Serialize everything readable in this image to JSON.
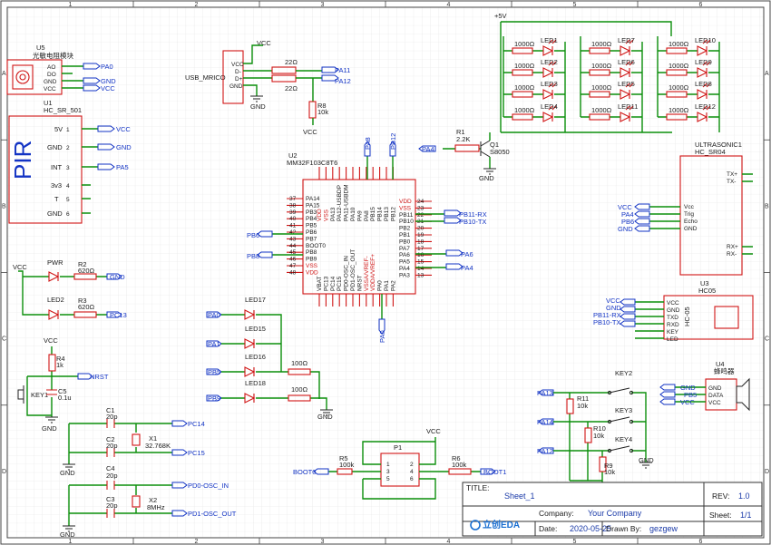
{
  "grid": {
    "cols": [
      "1",
      "2",
      "3",
      "4",
      "5",
      "6"
    ],
    "rows": [
      "A",
      "B",
      "C",
      "D"
    ]
  },
  "title_block": {
    "title_label": "TITLE:",
    "title": "Sheet_1",
    "rev_label": "REV:",
    "rev": "1.0",
    "company_label": "Company:",
    "company": "Your Company",
    "sheet_label": "Sheet:",
    "sheet": "1/1",
    "date_label": "Date:",
    "date": "2020-05-25",
    "drawn_label": "Drawn By:",
    "drawn_by": "gezgew",
    "logo": "立创EDA"
  },
  "power": {
    "p5v": "+5V",
    "vcc": "VCC",
    "gnd": "GND"
  },
  "u5": {
    "ref": "U5",
    "name": "光敏电阻模块",
    "pins": [
      "AO",
      "DO",
      "GND",
      "VCC"
    ],
    "nets": [
      "PA0",
      "",
      "GND",
      "VCC"
    ]
  },
  "u1": {
    "ref": "U1",
    "name": "HC_SR_501",
    "pir": "PIR",
    "pins": [
      "5V",
      "GND",
      "INT",
      "3v3",
      "T",
      "GND"
    ],
    "nums": [
      "1",
      "2",
      "3",
      "4",
      "5",
      "6"
    ],
    "nets": [
      "VCC",
      "GND",
      "PA5"
    ]
  },
  "usb": {
    "name": "USB_MRICO",
    "pins": [
      "VCC",
      "D-",
      "D+",
      "GND"
    ],
    "r_top": "22Ω",
    "r_bot": "22Ω",
    "r8": "R8",
    "r8v": "10k",
    "nets": [
      "PA11",
      "PA12"
    ]
  },
  "leds": {
    "r_value": "1000Ω",
    "labels": [
      "LED1",
      "LED2",
      "LED3",
      "LED4",
      "LED7",
      "LED6",
      "LED5",
      "LED11",
      "LED10",
      "LED9",
      "LED8",
      "LED12"
    ],
    "r1": "R1",
    "r1v": "2.2K",
    "q1": "Q1",
    "q1v": "S8050",
    "net": "PA4"
  },
  "mcu": {
    "ref": "U2",
    "name": "MM32F103C8T6",
    "left_pins": [
      "PA14",
      "PA15",
      "PB3",
      "PB4",
      "PB5",
      "PB6",
      "PB7",
      "BOOT0",
      "PB8",
      "PB9",
      "VSS",
      "VDD"
    ],
    "left_nums": [
      "37",
      "38",
      "39",
      "40",
      "41",
      "42",
      "43",
      "44",
      "45",
      "46",
      "47",
      "48"
    ],
    "right_pins": [
      "VDD",
      "VSS",
      "PB11",
      "PB10",
      "PB2",
      "PB1",
      "PB0",
      "PA7",
      "PA6",
      "PA5",
      "PA4",
      "PA3"
    ],
    "right_nums": [
      "24",
      "23",
      "22",
      "21",
      "20",
      "19",
      "18",
      "17",
      "16",
      "15",
      "14",
      "13"
    ],
    "top_pins": [
      "VDD",
      "VSS",
      "PA13",
      "PA12-USBDP",
      "PA11-USBDM",
      "PA10",
      "PA9",
      "PA8",
      "PB15",
      "PB14",
      "PB13",
      "PB12"
    ],
    "bottom_pins": [
      "VBAT",
      "PC13",
      "PC14",
      "PC15",
      "PD0-OSC_IN",
      "PD1-OSC_OUT",
      "NRST",
      "VSSA/VREF-",
      "VDDA/VREF+",
      "PA0",
      "PA1",
      "PA2"
    ],
    "nets_right": [
      "PB11-RX",
      "PB10-TX",
      "PA6",
      "PA4"
    ],
    "nets_left": [
      "PB6",
      "PB8"
    ],
    "nets_top": [
      "PA8",
      "PB12"
    ],
    "net_bottom": "PA0"
  },
  "ultrasonic": {
    "ref": "ULTRASONIC1",
    "name": "HC_SR04",
    "pins": [
      "Vcc",
      "Trig",
      "Echo",
      "GND"
    ],
    "nets": [
      "VCC",
      "PA4",
      "PB6",
      "GND"
    ],
    "tx": [
      "TX+",
      "TX-"
    ],
    "rx": [
      "RX+",
      "RX-"
    ]
  },
  "hc05": {
    "ref": "U3",
    "name": "HC05",
    "pins": [
      "VCC",
      "GND",
      "TXD",
      "RXD",
      "KEY",
      "LED"
    ],
    "nets": [
      "VCC",
      "GND",
      "PB11-RX",
      "PB10-TX"
    ],
    "module": "HC-05"
  },
  "pwr_led": {
    "led": "PWR",
    "led2": "LED2",
    "r2": "R2",
    "r2v": "620Ω",
    "r3": "R3",
    "r3v": "620Ω",
    "nets": [
      "GND",
      "PC13"
    ]
  },
  "reset": {
    "r4": "R4",
    "r4v": "1k",
    "c5": "C5",
    "c5v": "0.1u",
    "key": "KEY1",
    "net": "NRST"
  },
  "crystals": {
    "c1": "C1",
    "c1v": "20p",
    "c2": "C2",
    "c2v": "20p",
    "x1": "X1",
    "x1v": "32.768K",
    "c4": "C4",
    "c4v": "20p",
    "c3": "C3",
    "c3v": "20p",
    "x2": "X2",
    "x2v": "8MHz",
    "nets": [
      "PC14",
      "PC15",
      "PD0-OSC_IN",
      "PD1-OSC_OUT"
    ]
  },
  "mid_leds": {
    "nets": [
      "PA0",
      "PA1",
      "PB5",
      "PB9"
    ],
    "labels": [
      "LED17",
      "LED15",
      "LED16",
      "LED18"
    ],
    "r": "100Ω"
  },
  "keys": {
    "labels": [
      "KEY2",
      "KEY3",
      "KEY4"
    ],
    "r11": "R11",
    "r10": "R10",
    "r9": "R9",
    "rv": "10k",
    "nets": [
      "PA13",
      "PA14",
      "PA12"
    ]
  },
  "buzzer": {
    "ref": "U4",
    "name": "蜂鸣器",
    "pins": [
      "GND",
      "DATA",
      "VCC"
    ],
    "nets": [
      "GND",
      "PB5",
      "VCC"
    ]
  },
  "boot": {
    "p1": "P1",
    "r5": "R5",
    "r5v": "100k",
    "r6": "R6",
    "r6v": "100k",
    "nets": [
      "BOOT0",
      "BOOT1"
    ]
  }
}
